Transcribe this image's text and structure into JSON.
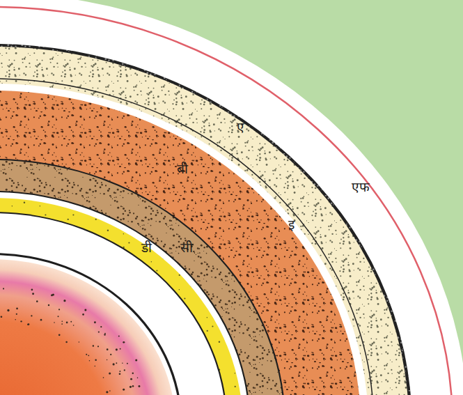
{
  "diagram": {
    "labels": [
      "ए",
      "बी",
      "एफ",
      "इ",
      "डी",
      "सी"
    ]
  }
}
